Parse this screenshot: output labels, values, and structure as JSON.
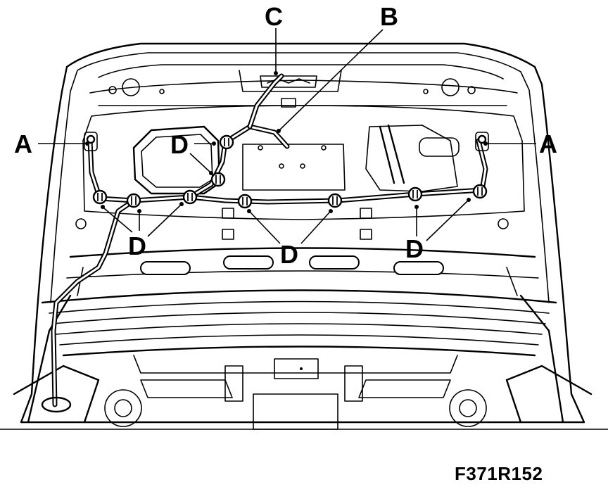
{
  "figure": {
    "code": "F371R152"
  },
  "callouts": {
    "a_left": "A",
    "a_right": "A",
    "b": "B",
    "c": "C",
    "d_upper": "D",
    "d_lower_left": "D",
    "d_lower_center": "D",
    "d_lower_right": "D"
  },
  "colors": {
    "line": "#000000",
    "background": "#ffffff"
  }
}
